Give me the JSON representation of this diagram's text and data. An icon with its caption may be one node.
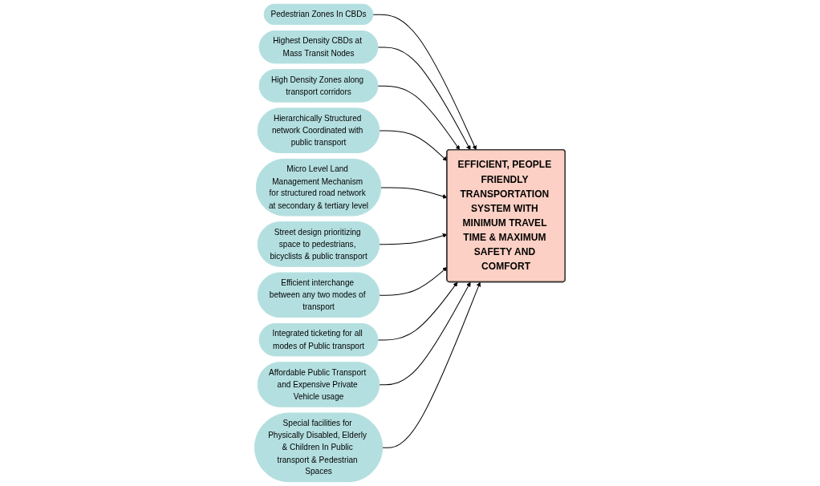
{
  "diagram": {
    "nodes": [
      {
        "text": [
          "EFFICIENT, PEOPLE FRIENDLY TRANSPORTATION SYSTEM WITH MINIMUM TRAVEL TIME & MAXIMUM SAFETY AND COMFORT"
        ]
      },
      {
        "text": [
          "Pedestrian Zones In CBDs"
        ]
      },
      {
        "text": [
          "Highest Density CBDs at Mass Transit Nodes"
        ]
      },
      {
        "text": [
          "High Density Zones along transport corridors"
        ]
      },
      {
        "text": [
          "Hierarchically Structured network Coordinated with public transport"
        ]
      },
      {
        "text": [
          "Micro Level Land Management Mechanism for structured road network at secondary & tertiary level"
        ]
      },
      {
        "text": [
          "Street design prioritizing space to pedestrians, bicyclists & public transport"
        ]
      },
      {
        "text": [
          "Efficient interchange between any two modes of transport"
        ]
      },
      {
        "text": [
          "Integrated ticketing for all modes of Public transport"
        ]
      },
      {
        "text": [
          "Affordable Public Transport and Expensive Private Vehicle usage"
        ]
      },
      {
        "text": [
          "Special facilities for Physically Disabled, Elderly & Children In Public transport & Pedestrian Spaces"
        ]
      }
    ],
    "edges": [
      {
        "from": 1,
        "to": 0,
        "arrow": "to"
      },
      {
        "from": 2,
        "to": 0,
        "arrow": "to"
      },
      {
        "from": 3,
        "to": 0,
        "arrow": "to"
      },
      {
        "from": 4,
        "to": 0,
        "arrow": "to"
      },
      {
        "from": 5,
        "to": 0,
        "arrow": "to"
      },
      {
        "from": 6,
        "to": 0,
        "arrow": "to"
      },
      {
        "from": 7,
        "to": 0,
        "arrow": "to"
      },
      {
        "from": 8,
        "to": 0,
        "arrow": "to"
      },
      {
        "from": 9,
        "to": 0,
        "arrow": "to"
      },
      {
        "from": 10,
        "to": 0,
        "arrow": "to"
      }
    ]
  }
}
